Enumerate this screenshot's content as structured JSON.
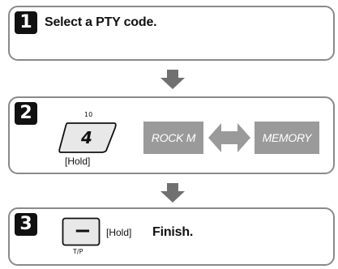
{
  "step1": {
    "number": "1",
    "title": "Select a PTY code."
  },
  "step2": {
    "number": "2",
    "key_top_label": "10",
    "key_glyph": "4",
    "hold_label": "[Hold]",
    "display_left": "ROCK M",
    "display_right": "MEMORY"
  },
  "step3": {
    "number": "3",
    "key_glyph": "−",
    "hold_label": "[Hold]",
    "key_sub_label": "T/P",
    "title": "Finish."
  },
  "colors": {
    "frame": "#8a8a8a",
    "arrow": "#707070",
    "display": "#9a9a9a"
  }
}
